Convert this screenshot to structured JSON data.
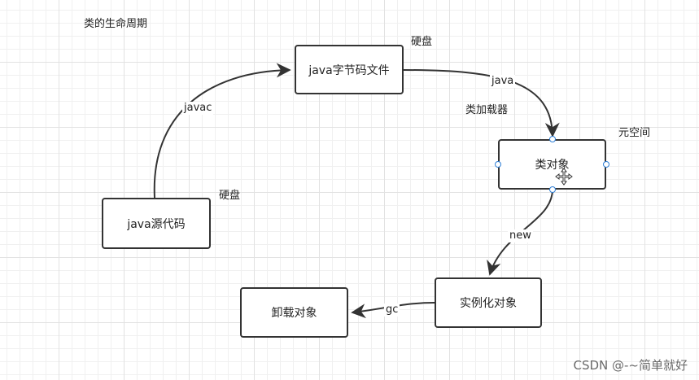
{
  "diagram": {
    "title": "类的生命周期",
    "nodes": {
      "source": "java源代码",
      "bytecode": "java字节码文件",
      "class_object": "类对象",
      "instance": "实例化对象",
      "unload": "卸载对象"
    },
    "annotations": {
      "disk_top": "硬盘",
      "disk_left": "硬盘",
      "metaspace": "元空间",
      "classloader": "类加载器"
    },
    "edges": {
      "javac": "javac",
      "java": "java",
      "new": "new",
      "gc": "gc"
    }
  },
  "watermark": "CSDN @-~简单就好",
  "colors": {
    "line": "#333333",
    "handle": "#2f7fd6",
    "grid": "#e2e2e2"
  }
}
